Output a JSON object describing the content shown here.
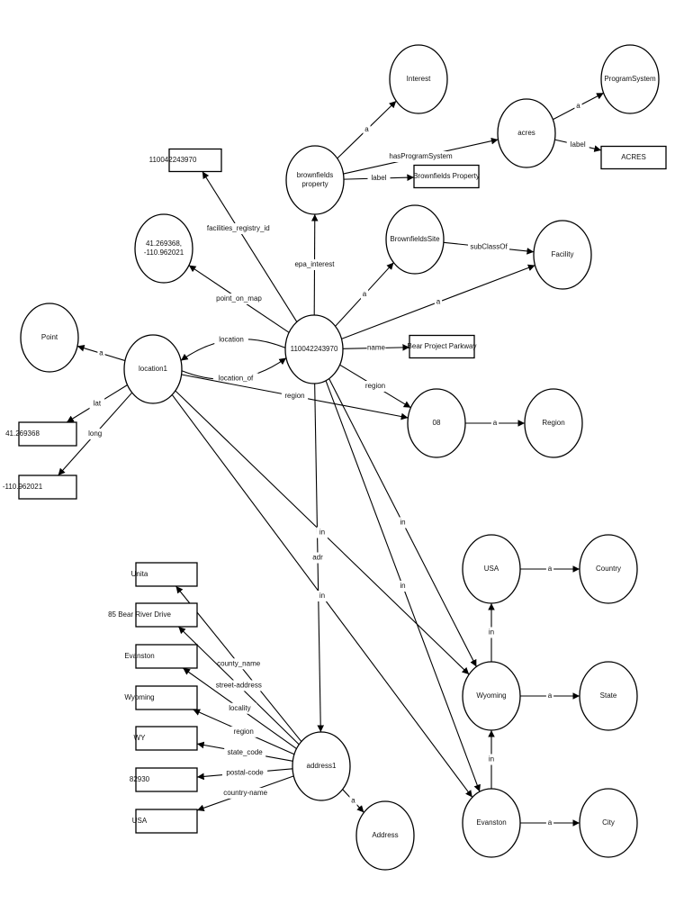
{
  "nodes": {
    "interest": {
      "label": "Interest",
      "kind": "class"
    },
    "acres": {
      "label": "acres",
      "kind": "resource"
    },
    "programsystem": {
      "label": "ProgramSystem",
      "kind": "class"
    },
    "acres_literal": {
      "label": "ACRES",
      "kind": "literal"
    },
    "brownfields_property": {
      "label": "brownfields property",
      "kind": "resource"
    },
    "bp_label": {
      "label": "Brownfields Property",
      "kind": "literal"
    },
    "registry_id": {
      "label": "110042243970",
      "kind": "literal"
    },
    "coords": {
      "label": "41.269368, -110.962021",
      "kind": "resource"
    },
    "brownfields_site": {
      "label": "BrownfieldsSite",
      "kind": "class"
    },
    "facility": {
      "label": "Facility",
      "kind": "class"
    },
    "main": {
      "label": "110042243970",
      "kind": "resource"
    },
    "name_literal": {
      "label": "Bear Project Parkway",
      "kind": "literal"
    },
    "point": {
      "label": "Point",
      "kind": "class"
    },
    "location1": {
      "label": "location1",
      "kind": "resource"
    },
    "lat_literal": {
      "label": "41.269368",
      "kind": "literal"
    },
    "lng_literal": {
      "label": "-110.962021",
      "kind": "literal"
    },
    "r08": {
      "label": "08",
      "kind": "resource"
    },
    "region": {
      "label": "Region",
      "kind": "class"
    },
    "unita": {
      "label": "Unita",
      "kind": "literal"
    },
    "street": {
      "label": "85 Bear River Drive",
      "kind": "literal"
    },
    "evanston_literal": {
      "label": "Evanston",
      "kind": "literal"
    },
    "wyoming_literal": {
      "label": "Wyoming",
      "kind": "literal"
    },
    "wy": {
      "label": "WY",
      "kind": "literal"
    },
    "postal": {
      "label": "82930",
      "kind": "literal"
    },
    "usa_literal": {
      "label": "USA",
      "kind": "literal"
    },
    "address1": {
      "label": "address1",
      "kind": "resource"
    },
    "address": {
      "label": "Address",
      "kind": "class"
    },
    "usa": {
      "label": "USA",
      "kind": "resource"
    },
    "country": {
      "label": "Country",
      "kind": "class"
    },
    "wyoming": {
      "label": "Wyoming",
      "kind": "resource"
    },
    "state": {
      "label": "State",
      "kind": "class"
    },
    "evanston": {
      "label": "Evanston",
      "kind": "resource"
    },
    "city": {
      "label": "City",
      "kind": "class"
    }
  },
  "edges": [
    {
      "from": "brownfields_property",
      "to": "interest",
      "label": "a"
    },
    {
      "from": "brownfields_property",
      "to": "acres",
      "label": "hasProgramSystem"
    },
    {
      "from": "brownfields_property",
      "to": "bp_label",
      "label": "label"
    },
    {
      "from": "acres",
      "to": "programsystem",
      "label": "a"
    },
    {
      "from": "acres",
      "to": "acres_literal",
      "label": "label"
    },
    {
      "from": "main",
      "to": "registry_id",
      "label": "facilities_registry_id"
    },
    {
      "from": "main",
      "to": "brownfields_property",
      "label": "epa_interest"
    },
    {
      "from": "main",
      "to": "coords",
      "label": "point_on_map"
    },
    {
      "from": "main",
      "to": "brownfields_site",
      "label": "a"
    },
    {
      "from": "main",
      "to": "facility",
      "label": "a"
    },
    {
      "from": "brownfields_site",
      "to": "facility",
      "label": "subClassOf"
    },
    {
      "from": "main",
      "to": "location1",
      "label": "location"
    },
    {
      "from": "location1",
      "to": "main",
      "label": "location_of"
    },
    {
      "from": "main",
      "to": "name_literal",
      "label": "name"
    },
    {
      "from": "main",
      "to": "r08",
      "label": "region"
    },
    {
      "from": "location1",
      "to": "r08",
      "label": "region"
    },
    {
      "from": "r08",
      "to": "region",
      "label": "a"
    },
    {
      "from": "location1",
      "to": "point",
      "label": "a"
    },
    {
      "from": "location1",
      "to": "lat_literal",
      "label": "lat"
    },
    {
      "from": "location1",
      "to": "lng_literal",
      "label": "long"
    },
    {
      "from": "main",
      "to": "address1",
      "label": "adr"
    },
    {
      "from": "location1",
      "to": "wyoming",
      "label": "in"
    },
    {
      "from": "location1",
      "to": "evanston",
      "label": "in"
    },
    {
      "from": "main",
      "to": "wyoming",
      "label": "in"
    },
    {
      "from": "main",
      "to": "evanston",
      "label": "in"
    },
    {
      "from": "address1",
      "to": "unita",
      "label": "county_name"
    },
    {
      "from": "address1",
      "to": "street",
      "label": "street-address"
    },
    {
      "from": "address1",
      "to": "evanston_literal",
      "label": "locality"
    },
    {
      "from": "address1",
      "to": "wyoming_literal",
      "label": "region"
    },
    {
      "from": "address1",
      "to": "wy",
      "label": "state_code"
    },
    {
      "from": "address1",
      "to": "postal",
      "label": "postal-code"
    },
    {
      "from": "address1",
      "to": "usa_literal",
      "label": "country-name"
    },
    {
      "from": "address1",
      "to": "address",
      "label": "a"
    },
    {
      "from": "usa",
      "to": "country",
      "label": "a"
    },
    {
      "from": "wyoming",
      "to": "state",
      "label": "a"
    },
    {
      "from": "evanston",
      "to": "city",
      "label": "a"
    },
    {
      "from": "wyoming",
      "to": "usa",
      "label": "in"
    },
    {
      "from": "evanston",
      "to": "wyoming",
      "label": "in"
    }
  ]
}
